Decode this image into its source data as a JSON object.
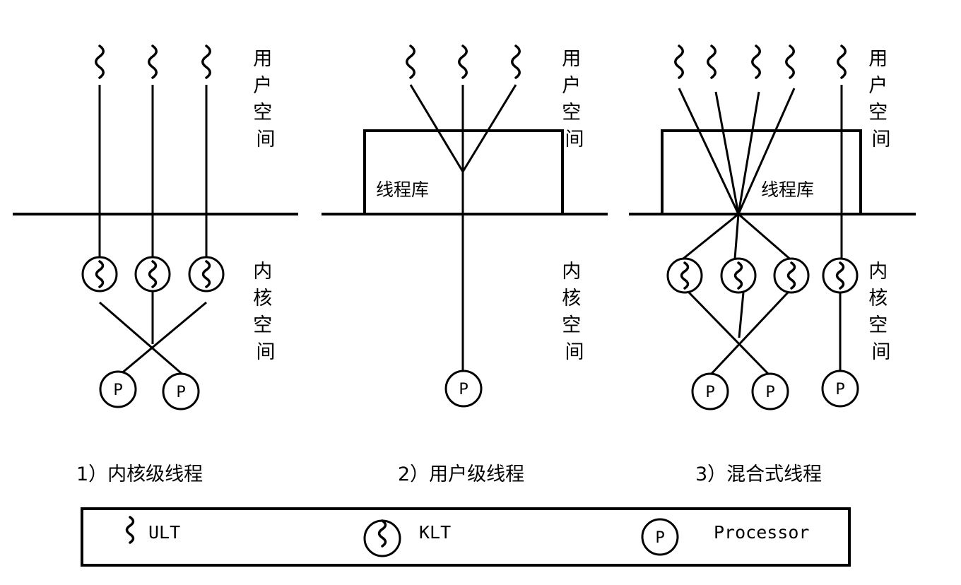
{
  "labels": {
    "user_space": "用户空间",
    "kernel_space": "内核空间",
    "thread_library": "线程库",
    "processor_symbol": "P"
  },
  "captions": {
    "kernel_level": "1）内核级线程",
    "user_level": "2）用户级线程",
    "hybrid": "3）混合式线程"
  },
  "legend": {
    "ult": "ULT",
    "klt": "KLT",
    "processor": "Processor"
  },
  "icons": {
    "ult": "squiggle-icon",
    "klt": "circled-squiggle-icon",
    "processor": "circled-p-icon"
  }
}
